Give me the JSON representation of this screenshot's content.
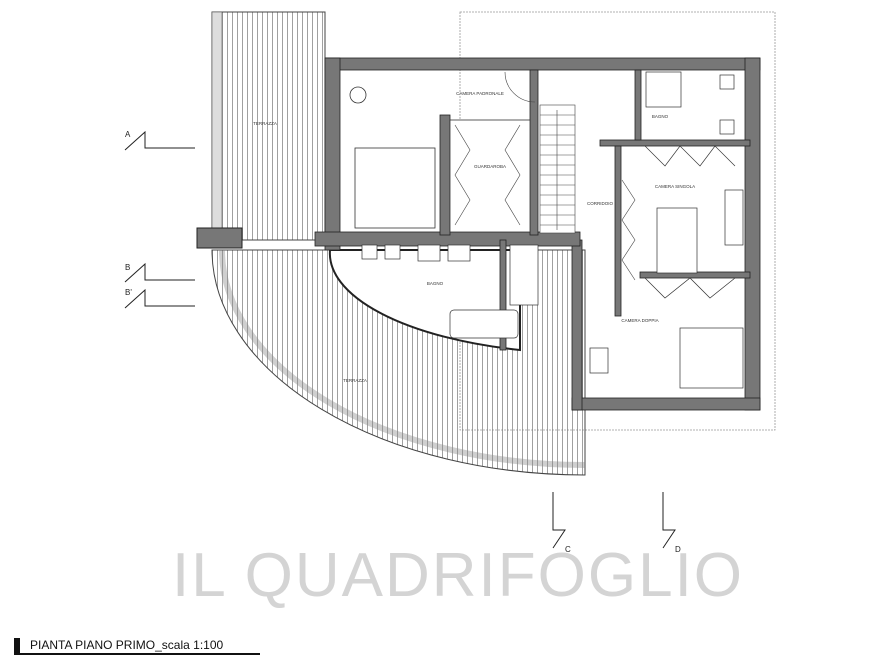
{
  "title": "PIANTA PIANO PRIMO_scala 1:100",
  "watermark": "IL QUADRIFOGLIO",
  "sections": [
    "A",
    "B",
    "B'",
    "C",
    "D"
  ],
  "rooms": {
    "camera_padronale": "CAMERA PADRONALE",
    "guardaroba": "GUARDAROBA",
    "bagno_grande": "BAGNO",
    "bagno_piccolo": "BAGNO",
    "camera_singola": "CAMERA SINGOLA",
    "camera_doppia": "CAMERA DOPPIA",
    "corridoio": "CORRIDOIO",
    "terrazza_nord": "TERRAZZA",
    "terrazza_sud": "TERRAZZA"
  },
  "colors": {
    "wall": "#6e6e6e",
    "line": "#333333",
    "watermark": "#e2e2e2"
  }
}
